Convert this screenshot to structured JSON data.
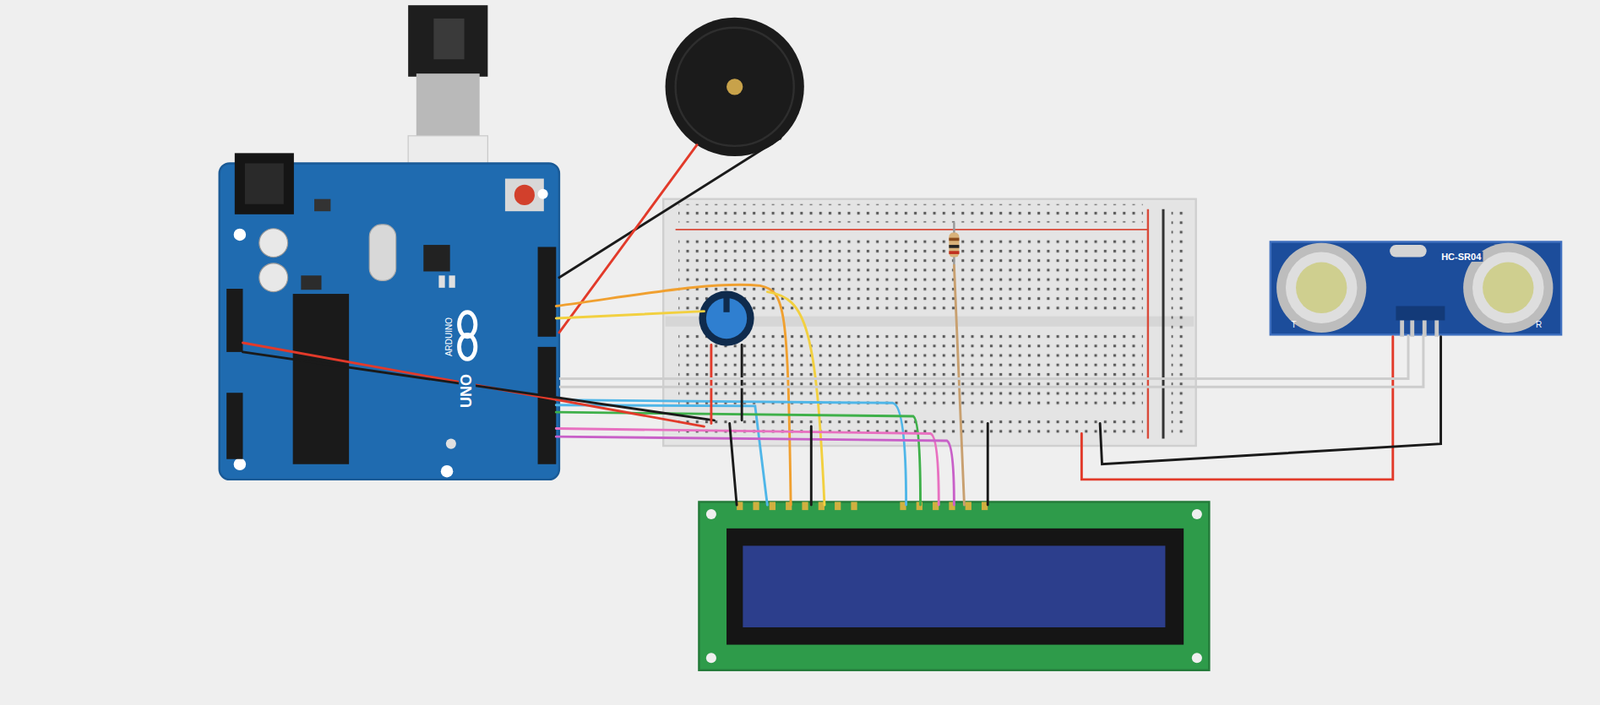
{
  "diagram": {
    "nodes": [
      {
        "text": [
          "ARDUINO",
          "UNO"
        ]
      },
      {
        "text": [
          "HC-SR04"
        ]
      }
    ],
    "edges": [
      {
        "from": 0,
        "to": 1,
        "arrow": "none"
      },
      {
        "from": 0,
        "to": 1,
        "arrow": "none"
      }
    ],
    "labels": [
      "T",
      "R"
    ]
  }
}
